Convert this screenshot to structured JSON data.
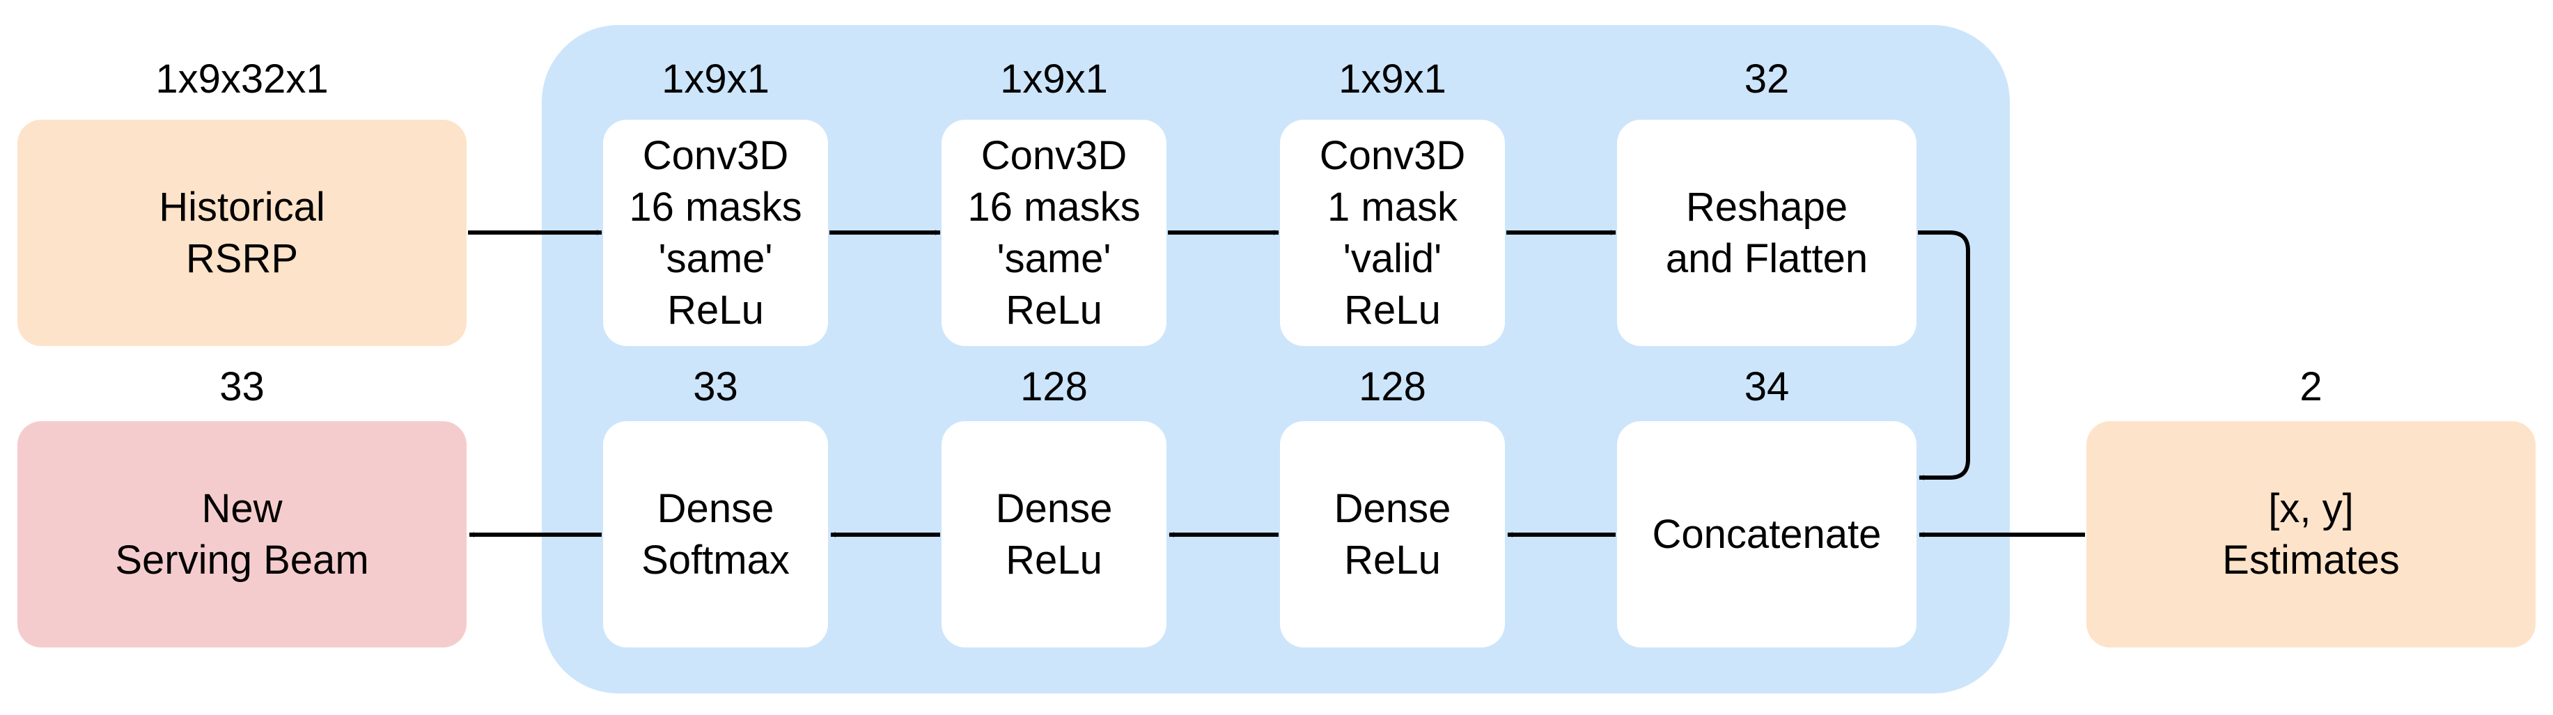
{
  "input_rsrp": {
    "dim": "1x9x32x1",
    "lines": [
      "Historical",
      "RSRP"
    ]
  },
  "conv1": {
    "dim": "1x9x1",
    "lines": [
      "Conv3D",
      "16 masks",
      "'same'",
      "ReLu"
    ]
  },
  "conv2": {
    "dim": "1x9x1",
    "lines": [
      "Conv3D",
      "16 masks",
      "'same'",
      "ReLu"
    ]
  },
  "conv3": {
    "dim": "1x9x1",
    "lines": [
      "Conv3D",
      "1 mask",
      "'valid'",
      "ReLu"
    ]
  },
  "reshape": {
    "dim": "32",
    "lines": [
      "Reshape",
      "and Flatten"
    ]
  },
  "output_beam": {
    "dim": "33",
    "lines": [
      "New",
      "Serving Beam"
    ]
  },
  "dense_softmax": {
    "dim": "33",
    "lines": [
      "Dense",
      "Softmax"
    ]
  },
  "dense2": {
    "dim": "128",
    "lines": [
      "Dense",
      "ReLu"
    ]
  },
  "dense1": {
    "dim": "128",
    "lines": [
      "Dense",
      "ReLu"
    ]
  },
  "concat": {
    "dim": "34",
    "lines": [
      "Concatenate"
    ]
  },
  "input_xy": {
    "dim": "2",
    "lines": [
      "[x, y]",
      "Estimates"
    ]
  },
  "colors": {
    "panel": "#cce5fb",
    "input": "#fde3c9",
    "output": "#f5cccd",
    "block": "#ffffff",
    "arrow": "#000000"
  }
}
